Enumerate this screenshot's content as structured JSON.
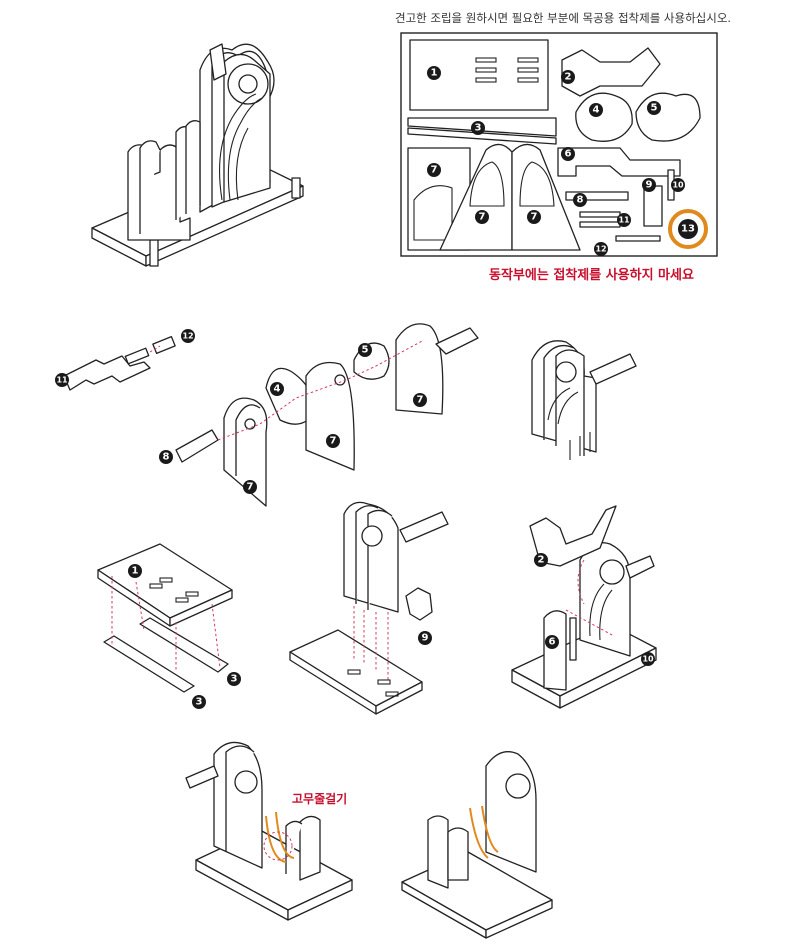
{
  "notes": {
    "glue_recommendation": "견고한 조립을 원하시면 필요한 부분에 목공용 접착제를 사용하십시오.",
    "no_glue_warning": "동작부에는 접착제를 사용하지 마세요",
    "rubber_band": "고무줄걸기"
  },
  "part_numbers": {
    "p1": "1",
    "p2": "2",
    "p3": "3",
    "p4": "4",
    "p5": "5",
    "p6": "6",
    "p7": "7",
    "p8": "8",
    "p9": "9",
    "p10": "10",
    "p11": "11",
    "p12": "12",
    "p13": "13"
  },
  "colors": {
    "warning": "#c8102e",
    "rubber_band": "#e08a1e",
    "guide_line": "#d23a5a",
    "badge": "#1a1a1a"
  }
}
